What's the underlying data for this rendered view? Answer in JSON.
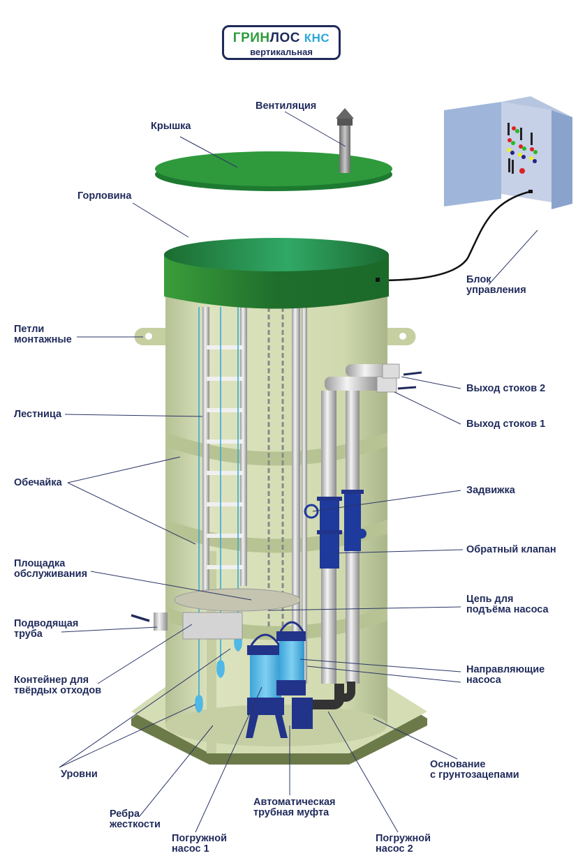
{
  "logo": {
    "brand_part1": "ГРИН",
    "brand_part2": "ЛОС",
    "product": "КНС",
    "subtitle": "вертикальная",
    "colors": {
      "green": "#2e9b3c",
      "navy": "#1f2a5a",
      "cyan": "#2aa7d8"
    }
  },
  "labels": {
    "lid": "Крышка",
    "ventilation": "Вентиляция",
    "neck": "Горловина",
    "control_unit": [
      "Блок",
      "управления"
    ],
    "mounting_loops": [
      "Петли",
      "монтажные"
    ],
    "ladder": "Лестница",
    "outlet_2": "Выход стоков 2",
    "outlet_1": "Выход стоков 1",
    "shell": "Обечайка",
    "gate_valve": "Задвижка",
    "check_valve": "Обратный клапан",
    "service_platform": [
      "Площадка",
      "обслуживания"
    ],
    "lifting_chain": [
      "Цепь для",
      "подъёма насоса"
    ],
    "inlet_pipe": [
      "Подводящая",
      "труба"
    ],
    "waste_container": [
      "Контейнер для",
      "твёрдых отходов"
    ],
    "pump_guides": [
      "Направляющие",
      "насоса"
    ],
    "levels": "Уровни",
    "base": [
      "Основание",
      "с грунтозацепами"
    ],
    "stiffening_ribs": [
      "Ребра",
      "жесткости"
    ],
    "auto_coupling": [
      "Автоматическая",
      "трубная муфта"
    ],
    "pump_1": [
      "Погружной",
      "насос 1"
    ],
    "pump_2": [
      "Погружной",
      "насос 2"
    ]
  },
  "colors": {
    "label_text": "#1f2a5a",
    "leader_line": "#2a3466",
    "lid_green": "#2f9a3c",
    "neck_green": "#247a32",
    "tank_body": "#d5ddb5",
    "tank_dark": "#a9b587",
    "base_side": "#6b7a48",
    "pipe_gray": "#c8c8c8",
    "valve_blue": "#1e3a9c",
    "pump_light": "#4fb8e6",
    "pump_dark": "#22338a",
    "cabinet": "#9fb6da"
  }
}
